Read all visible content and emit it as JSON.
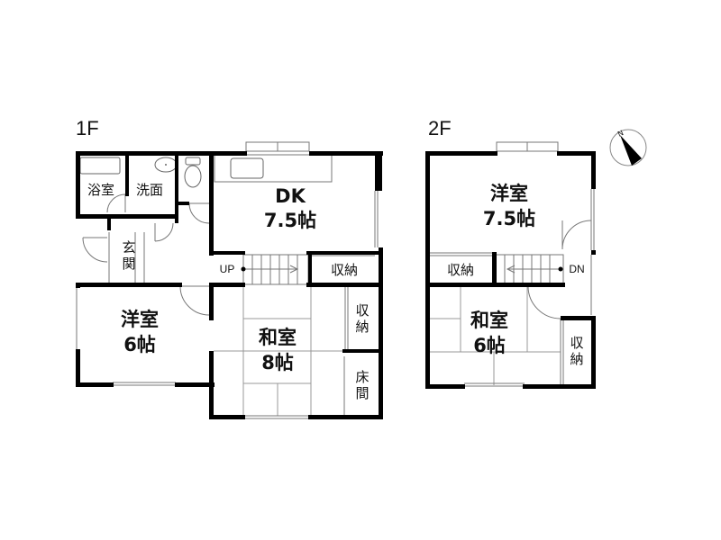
{
  "floors": [
    {
      "label": "1F",
      "rooms": [
        {
          "id": "bath",
          "name": "浴室",
          "size": ""
        },
        {
          "id": "washroom",
          "name": "洗面",
          "size": ""
        },
        {
          "id": "entrance",
          "name": "玄関",
          "size": ""
        },
        {
          "id": "dk",
          "name": "DK",
          "size": "7.5帖"
        },
        {
          "id": "storage-a",
          "name": "収納",
          "size": ""
        },
        {
          "id": "western-room",
          "name": "洋室",
          "size": "6帖"
        },
        {
          "id": "japanese-room",
          "name": "和室",
          "size": "8帖"
        },
        {
          "id": "storage-b",
          "name": "収納",
          "size": ""
        },
        {
          "id": "tokonoma",
          "name": "床間",
          "size": ""
        }
      ],
      "stairs_label": "UP"
    },
    {
      "label": "2F",
      "rooms": [
        {
          "id": "western-room",
          "name": "洋室",
          "size": "7.5帖"
        },
        {
          "id": "storage-a",
          "name": "収納",
          "size": ""
        },
        {
          "id": "japanese-room",
          "name": "和室",
          "size": "6帖"
        },
        {
          "id": "storage-b",
          "name": "収納",
          "size": ""
        }
      ],
      "stairs_label": "DN"
    }
  ],
  "compass": {
    "label": "N"
  },
  "colors": {
    "wall": "#000000",
    "line": "#777777",
    "background": "#ffffff"
  }
}
